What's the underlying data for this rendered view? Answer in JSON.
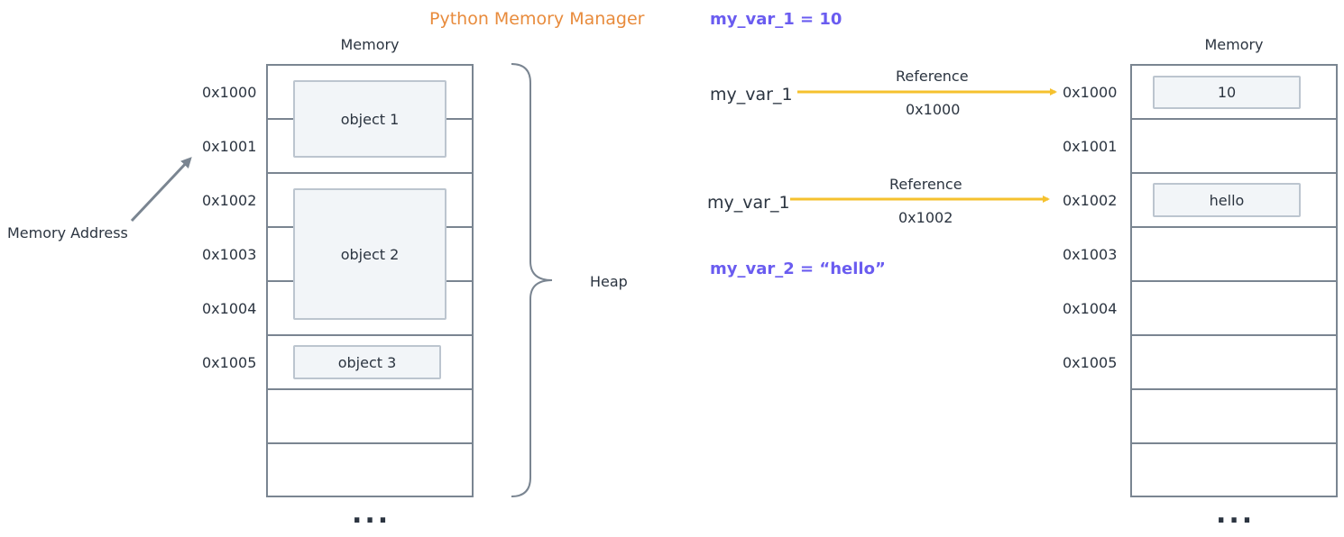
{
  "title": "Python Memory Manager",
  "code": {
    "line1": "my_var_1 = 10",
    "line2": "my_var_2 = “hello”"
  },
  "left_memory": {
    "label": "Memory",
    "addresses": [
      "0x1000",
      "0x1001",
      "0x1002",
      "0x1003",
      "0x1004",
      "0x1005"
    ],
    "objects": [
      "object 1",
      "object 2",
      "object 3"
    ],
    "ellipsis": "..."
  },
  "memory_address_label": "Memory Address",
  "heap_label": "Heap",
  "references": [
    {
      "variable": "my_var_1",
      "label": "Reference",
      "address": "0x1000"
    },
    {
      "variable": "my_var_1",
      "label": "Reference",
      "address": "0x1002"
    }
  ],
  "right_memory": {
    "label": "Memory",
    "addresses": [
      "0x1000",
      "0x1001",
      "0x1002",
      "0x1003",
      "0x1004",
      "0x1005"
    ],
    "values": [
      "10",
      "hello"
    ],
    "ellipsis": "..."
  },
  "colors": {
    "title": "#e88b3c",
    "code": "#6a5cf0",
    "arrow_reference": "#f5c12e",
    "arrow_pointer": "#7a8591",
    "block_border": "#7a8591",
    "object_fill": "#f2f5f8"
  }
}
